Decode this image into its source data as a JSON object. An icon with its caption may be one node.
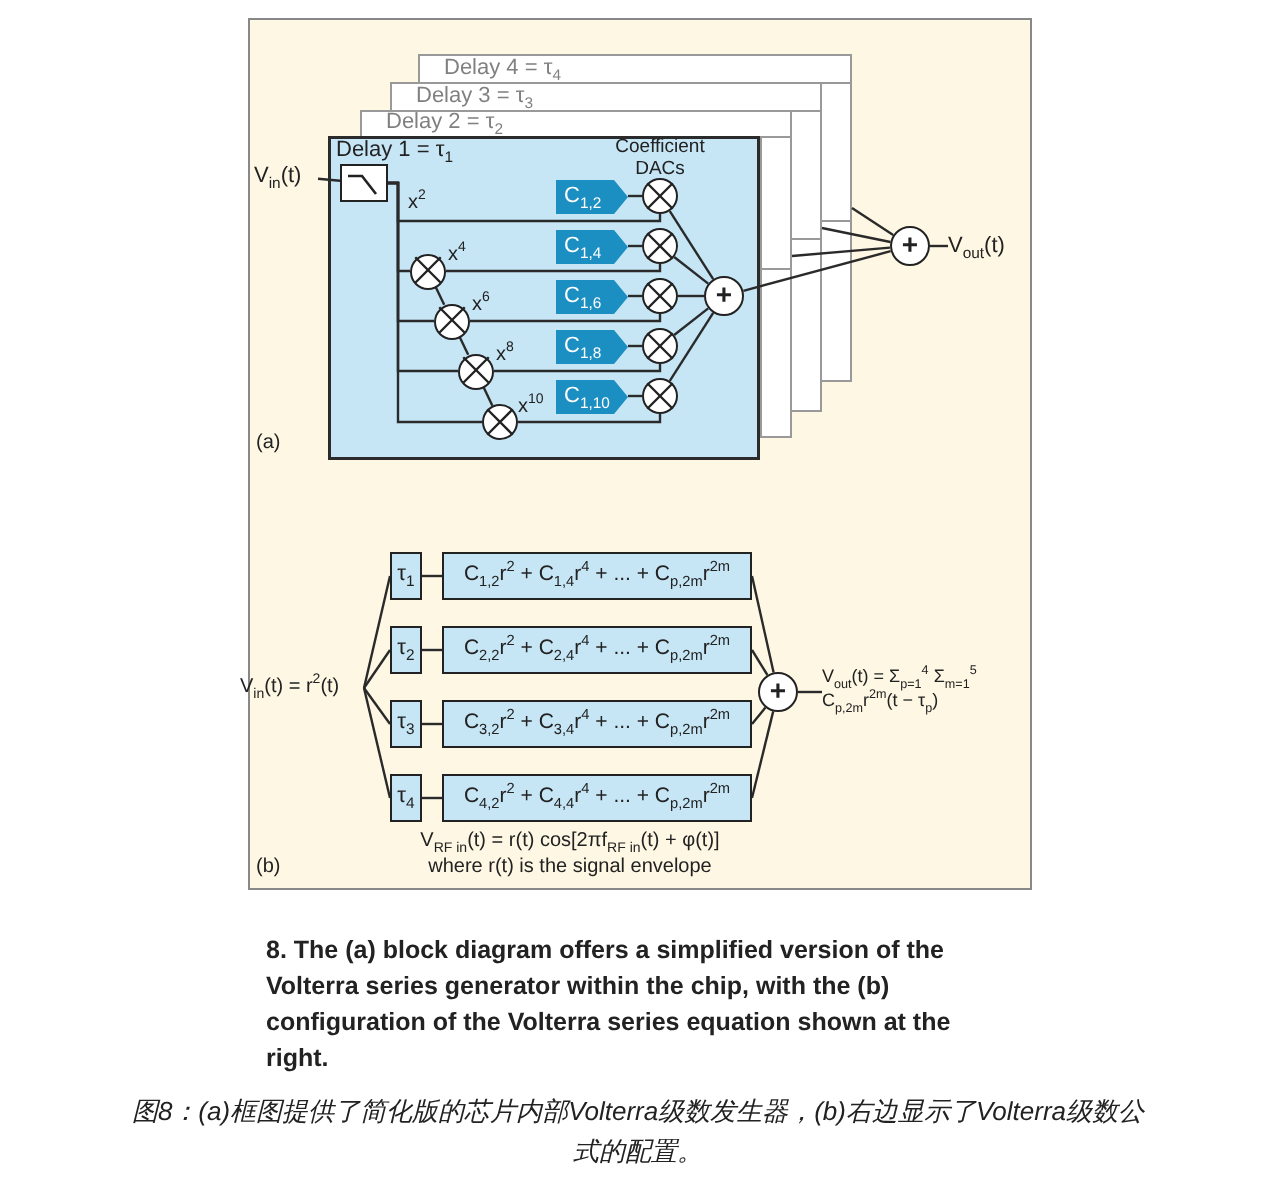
{
  "diagram": {
    "caption": "8. The (a) block diagram offers a simplified version of the Volterra series generator within the chip, with the (b) configuration of the Volterra series equation shown at the right.",
    "nodes": [
      {
        "text": [
          "V$_{in}$(t)"
        ]
      },
      {
        "text": [],
        "shape": "box"
      },
      {
        "text": [],
        "shape": "box"
      },
      {
        "text": [],
        "shape": "box"
      },
      {
        "text": [
          "Delay 1 = τ$_{1}$"
        ]
      },
      {
        "text": [],
        "shape": "box",
        "in": 4
      },
      {
        "text": [
          "C$_{1,2}$"
        ],
        "in": 4
      },
      {
        "text": [
          "C$_{1,4}$"
        ],
        "in": 4
      },
      {
        "text": [
          "C$_{1,6}$"
        ],
        "in": 4
      },
      {
        "text": [
          "C$_{1,8}$"
        ],
        "in": 4
      },
      {
        "text": [
          "C$_{1,10}$"
        ],
        "in": 4
      },
      {
        "text": [],
        "shape": "circle",
        "in": 4
      },
      {
        "text": [],
        "shape": "circle",
        "in": 4
      },
      {
        "text": [],
        "shape": "circle",
        "in": 4
      },
      {
        "text": [],
        "shape": "circle",
        "in": 4
      },
      {
        "text": [],
        "shape": "circle",
        "in": 4
      },
      {
        "text": [],
        "shape": "circle",
        "in": 4
      },
      {
        "text": [],
        "shape": "circle",
        "in": 4
      },
      {
        "text": [],
        "shape": "circle",
        "in": 4
      },
      {
        "text": [],
        "shape": "circle",
        "in": 4
      },
      {
        "text": [
          "+"
        ],
        "in": 4
      },
      {
        "text": [
          "+"
        ]
      },
      {
        "text": [
          "V$_{out}$(t)"
        ]
      },
      {
        "text": [
          "V$_{in}$(t) = r$^{2}$(t)"
        ]
      },
      {
        "text": [
          "τ$_{1}$"
        ]
      },
      {
        "text": [
          "τ$_{2}$"
        ]
      },
      {
        "text": [
          "τ$_{3}$"
        ]
      },
      {
        "text": [
          "τ$_{4}$"
        ]
      },
      {
        "text": [
          "C$_{1,2}$r$^{2}$ + C$_{1,4}$r$^{4}$ + ... + C$_{p,2m}$r$^{2m}$"
        ]
      },
      {
        "text": [
          "C$_{2,2}$r$^{2}$ + C$_{2,4}$r$^{4}$ + ... + C$_{p,2m}$r$^{2m}$"
        ]
      },
      {
        "text": [
          "C$_{3,2}$r$^{2}$ + C$_{3,4}$r$^{4}$ + ... + C$_{p,2m}$r$^{2m}$"
        ]
      },
      {
        "text": [
          "C$_{4,2}$r$^{2}$ + C$_{4,4}$r$^{4}$ + ... + C$_{p,2m}$r$^{2m}$"
        ]
      },
      {
        "text": [
          "+"
        ]
      },
      {
        "text": [
          "V$_{out}$(t) = Σ$_{p=1}$$^{4}$ Σ$_{m=1}$$^{5}$ C$_{p,2m}$r$^{2m}$(t − τ$_{p}$)"
        ]
      }
    ],
    "edges": [
      {
        "from": 0,
        "to": 5,
        "arrow": "none"
      },
      {
        "from": 5,
        "to": 15,
        "arrow": "none",
        "label": "x$^{2}$"
      },
      {
        "from": 5,
        "to": 11,
        "arrow": "none"
      },
      {
        "from": 5,
        "to": 12,
        "arrow": "none"
      },
      {
        "from": 5,
        "to": 13,
        "arrow": "none"
      },
      {
        "from": 5,
        "to": 14,
        "arrow": "none"
      },
      {
        "from": 11,
        "to": 12,
        "arrow": "none"
      },
      {
        "from": 12,
        "to": 13,
        "arrow": "none"
      },
      {
        "from": 13,
        "to": 14,
        "arrow": "none"
      },
      {
        "from": 11,
        "to": 16,
        "arrow": "none",
        "label": "x$^{4}$"
      },
      {
        "from": 12,
        "to": 17,
        "arrow": "none",
        "label": "x$^{6}$"
      },
      {
        "from": 13,
        "to": 18,
        "arrow": "none",
        "label": "x$^{8}$"
      },
      {
        "from": 14,
        "to": 19,
        "arrow": "none",
        "label": "x$^{10}$"
      },
      {
        "from": 6,
        "to": 15,
        "arrow": "none"
      },
      {
        "from": 7,
        "to": 16,
        "arrow": "none"
      },
      {
        "from": 8,
        "to": 17,
        "arrow": "none"
      },
      {
        "from": 9,
        "to": 18,
        "arrow": "none"
      },
      {
        "from": 10,
        "to": 19,
        "arrow": "none"
      },
      {
        "from": 15,
        "to": 20,
        "arrow": "none"
      },
      {
        "from": 16,
        "to": 20,
        "arrow": "none"
      },
      {
        "from": 17,
        "to": 20,
        "arrow": "none"
      },
      {
        "from": 18,
        "to": 20,
        "arrow": "none"
      },
      {
        "from": 19,
        "to": 20,
        "arrow": "none"
      },
      {
        "from": 20,
        "to": 21,
        "arrow": "none"
      },
      {
        "from": 3,
        "to": 21,
        "arrow": "none"
      },
      {
        "from": 2,
        "to": 21,
        "arrow": "none"
      },
      {
        "from": 1,
        "to": 21,
        "arrow": "none"
      },
      {
        "from": 21,
        "to": 22,
        "arrow": "none"
      },
      {
        "from": 23,
        "to": 24,
        "arrow": "none"
      },
      {
        "from": 23,
        "to": 25,
        "arrow": "none"
      },
      {
        "from": 23,
        "to": 26,
        "arrow": "none"
      },
      {
        "from": 23,
        "to": 27,
        "arrow": "none"
      },
      {
        "from": 24,
        "to": 28,
        "arrow": "none"
      },
      {
        "from": 25,
        "to": 29,
        "arrow": "none"
      },
      {
        "from": 26,
        "to": 30,
        "arrow": "none"
      },
      {
        "from": 27,
        "to": 31,
        "arrow": "none"
      },
      {
        "from": 28,
        "to": 32,
        "arrow": "none"
      },
      {
        "from": 29,
        "to": 32,
        "arrow": "none"
      },
      {
        "from": 30,
        "to": 32,
        "arrow": "none"
      },
      {
        "from": 31,
        "to": 32,
        "arrow": "none"
      },
      {
        "from": 32,
        "to": 33,
        "arrow": "none"
      }
    ],
    "labels": [
      "Delay 4 = τ$_{4}$",
      "Delay 3 = τ$_{3}$",
      "Delay 2 = τ$_{2}$",
      "Coefficient DACs",
      "(a)",
      "V$_{RF in}$(t) = r(t) cos[2πf$_{RF in}$(t) + φ(t)]",
      "(b)",
      "where r(t) is the signal envelope",
      "图8：(a)框图提供了简化版的芯片内部Volterra级数发生器，(b)右边显示了Volterra级数公式的配置。"
    ]
  }
}
